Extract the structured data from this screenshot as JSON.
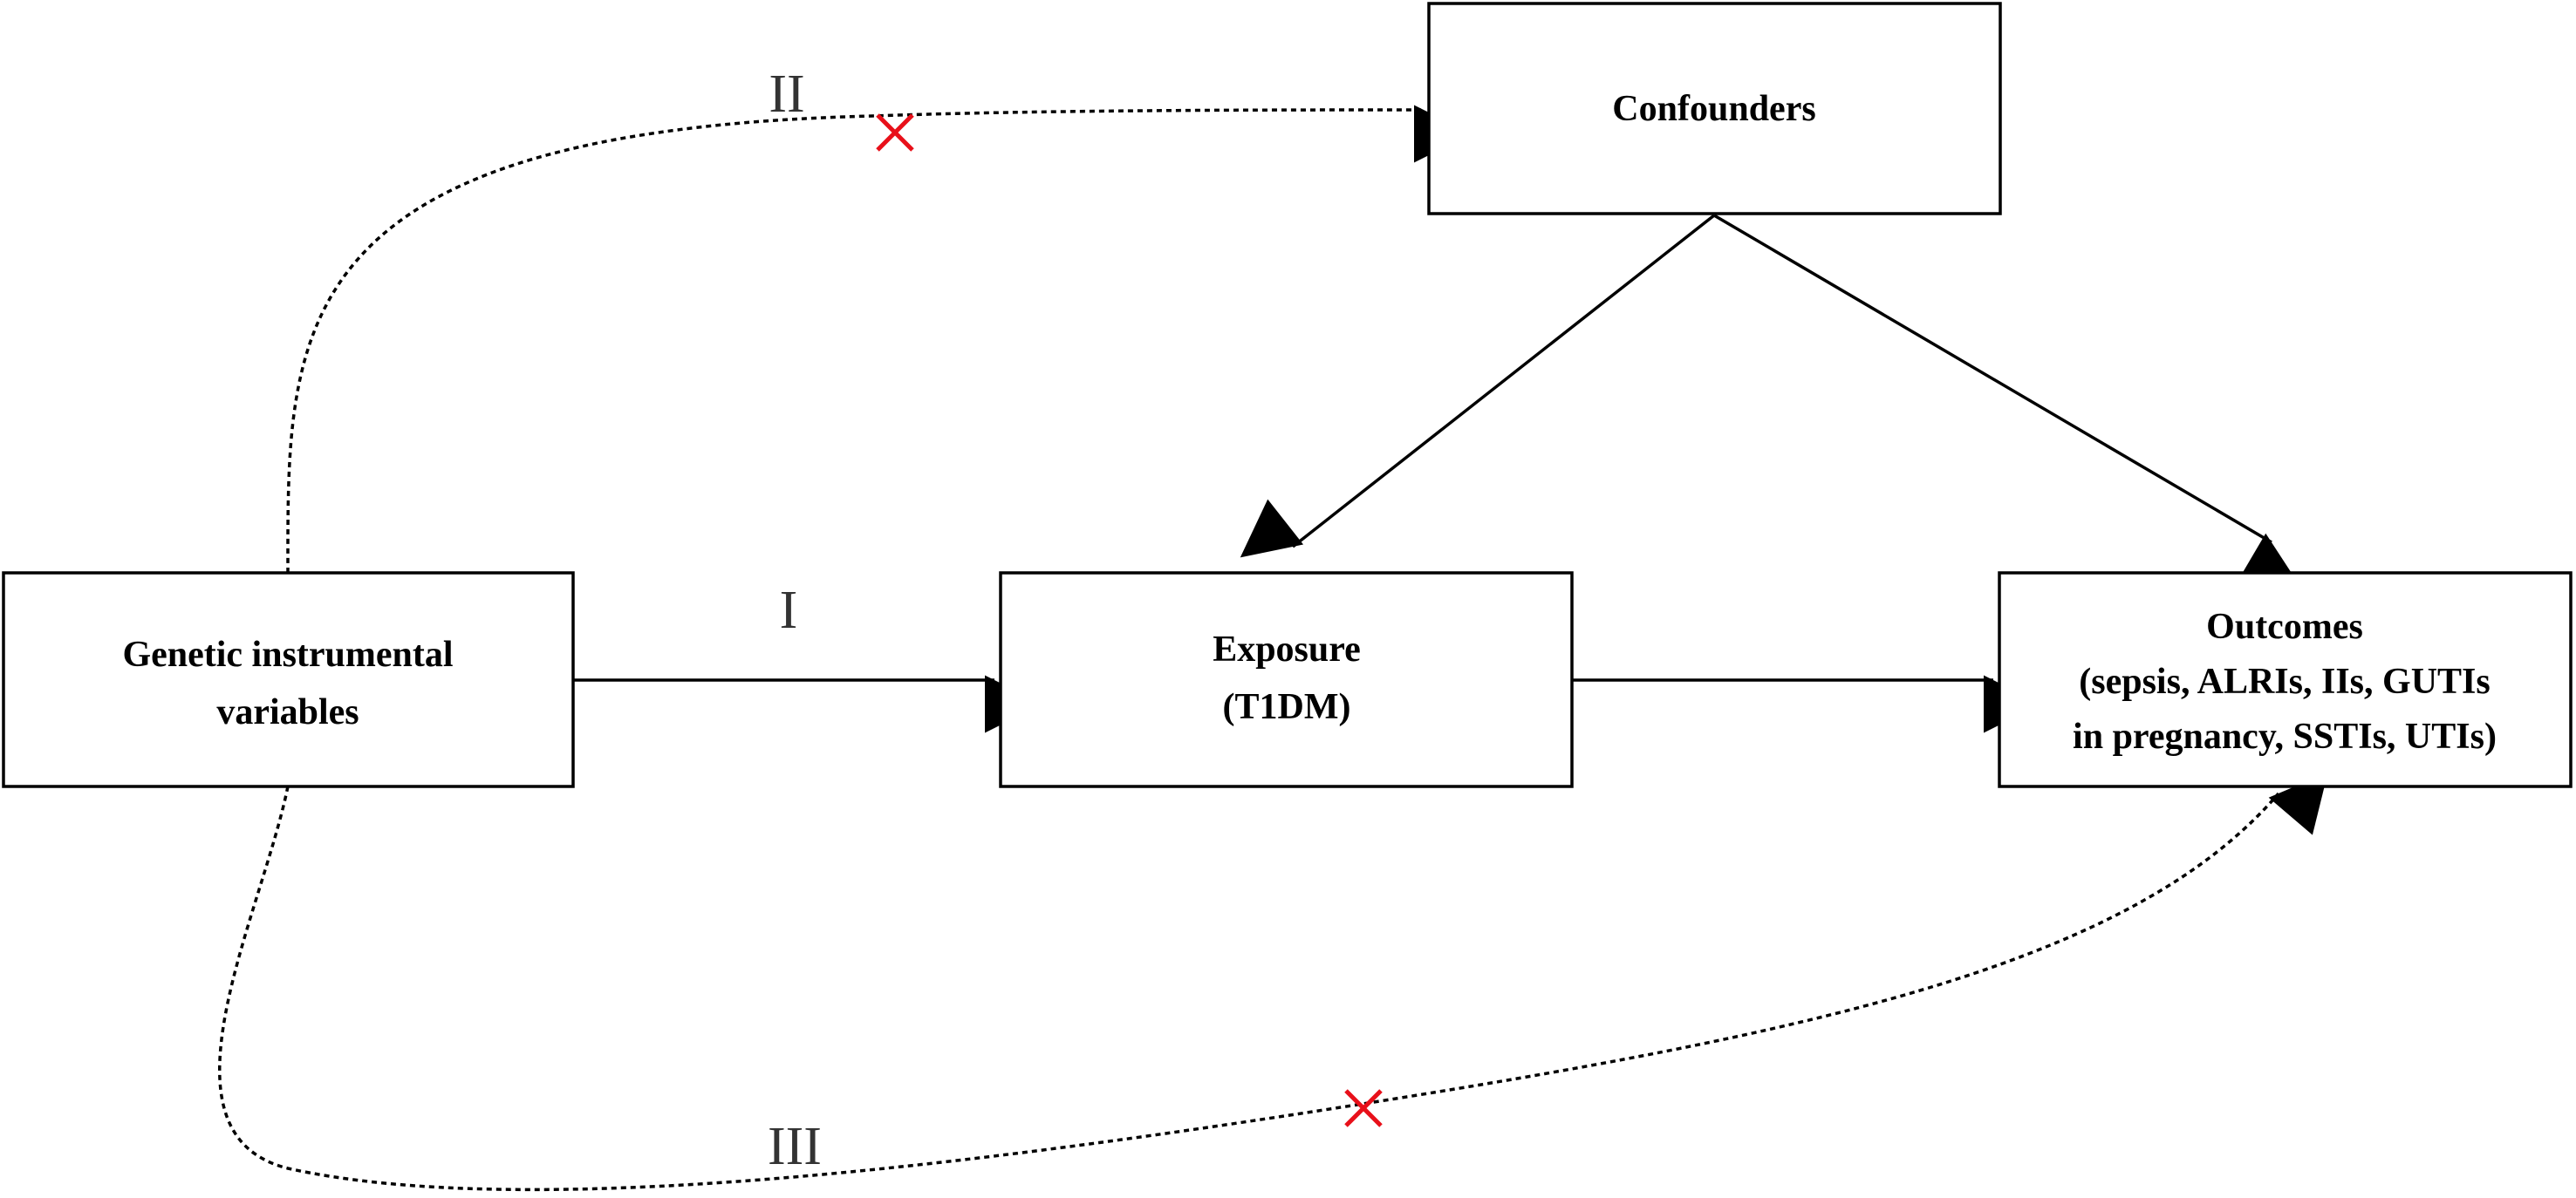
{
  "nodes": {
    "instrument": {
      "lines": [
        "Genetic instrumental",
        "variables"
      ]
    },
    "exposure": {
      "lines": [
        "Exposure",
        "(T1DM)"
      ]
    },
    "confounders": {
      "lines": [
        "Confounders"
      ]
    },
    "outcomes": {
      "lines": [
        "Outcomes",
        "(sepsis, ALRIs, IIs, GUTIs",
        "in pregnancy, SSTIs, UTIs)"
      ]
    }
  },
  "paths": {
    "I": {
      "label": "I"
    },
    "II": {
      "label": "II",
      "blocked": true
    },
    "III": {
      "label": "III",
      "blocked": true
    }
  },
  "colors": {
    "blocked_mark": "#e8101a"
  }
}
